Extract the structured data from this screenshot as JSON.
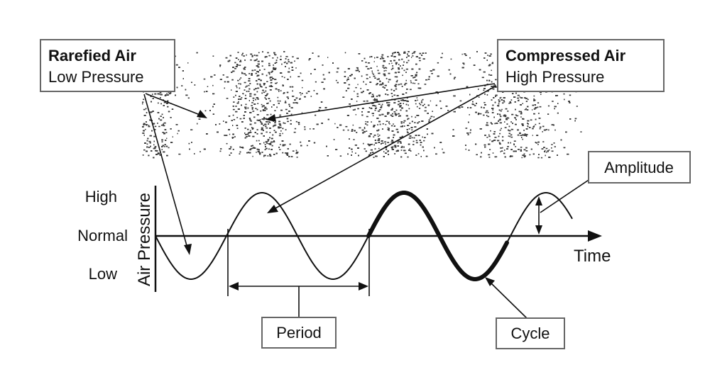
{
  "callouts": {
    "rarefied_title": "Rarefied Air",
    "rarefied_sub": "Low Pressure",
    "compressed_title": "Compressed Air",
    "compressed_sub": "High Pressure",
    "amplitude": "Amplitude",
    "period": "Period",
    "cycle": "Cycle"
  },
  "axes": {
    "y_title": "Air Pressure",
    "y_levels": [
      "High",
      "Normal",
      "Low"
    ],
    "x_title": "Time"
  },
  "colors": {
    "line": "#111111",
    "particles": "#3a3a3a",
    "box_border": "#666666"
  }
}
